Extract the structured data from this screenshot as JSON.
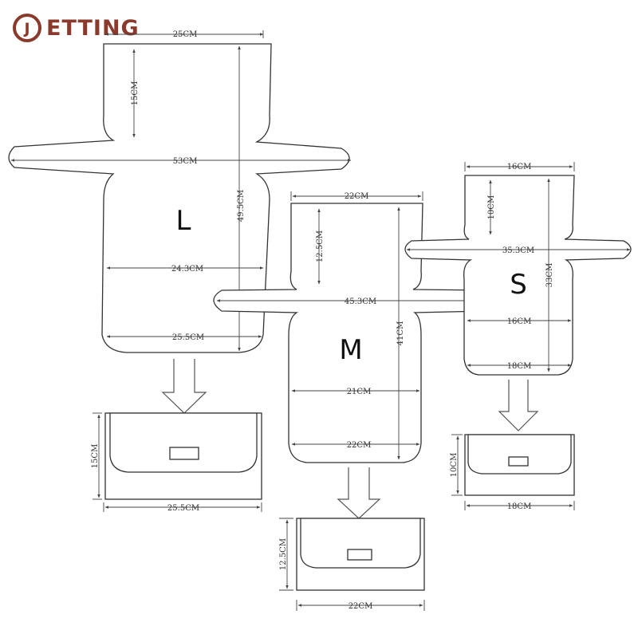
{
  "brand": {
    "initial": "J",
    "name": "ETTING",
    "color": "#8a3a2c"
  },
  "sizes": {
    "L": {
      "label": "L",
      "width_top": "25CM",
      "neck_height": "15CM",
      "arm_span": "53CM",
      "total_height": "49.5CM",
      "mid_width": "24.3CM",
      "bottom_width": "25.5CM",
      "bag_height": "15CM",
      "bag_width": "25.5CM"
    },
    "M": {
      "label": "M",
      "width_top": "22CM",
      "neck_height": "12.5CM",
      "arm_span": "45.3CM",
      "total_height": "41CM",
      "mid_width": "21CM",
      "bottom_width": "22CM",
      "bag_height": "12.5CM",
      "bag_width": "22CM"
    },
    "S": {
      "label": "S",
      "width_top": "16CM",
      "neck_height": "10CM",
      "arm_span": "35.3CM",
      "total_height": "33CM",
      "mid_width": "16CM",
      "bottom_width": "18CM",
      "bag_height": "10CM",
      "bag_width": "18CM"
    }
  }
}
